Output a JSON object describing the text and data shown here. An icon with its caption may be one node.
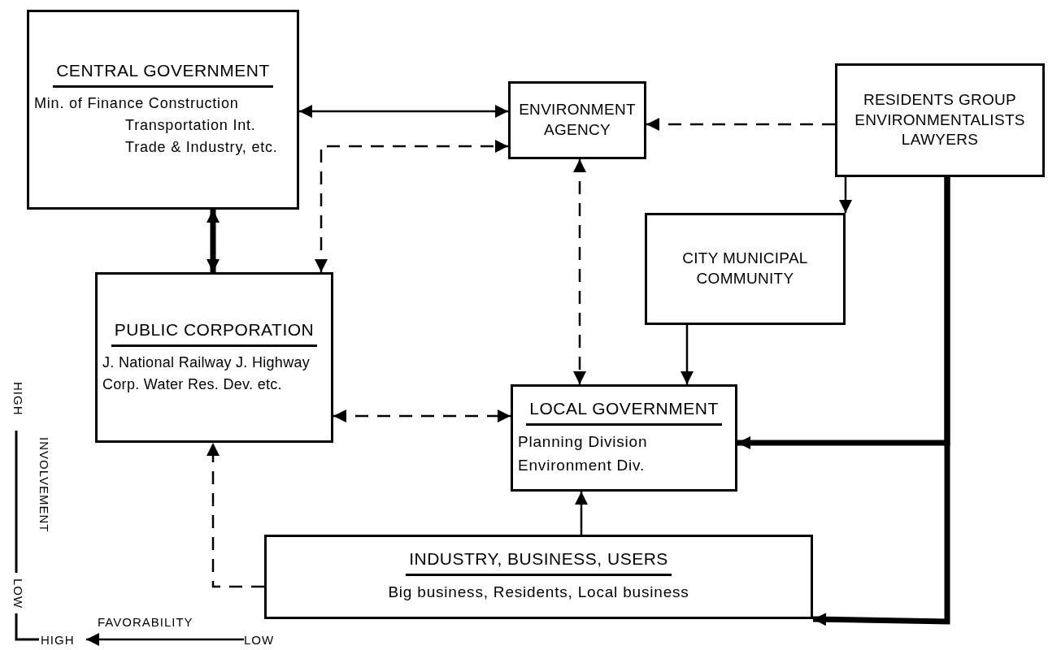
{
  "diagram": {
    "nodes": [
      {
        "text": [
          "CENTRAL GOVERNMENT",
          "Min. of Finance Construction Transportation Int. Trade & Industry, etc."
        ]
      },
      {
        "text": [
          "ENVIRONMENT AGENCY"
        ]
      },
      {
        "text": [
          "RESIDENTS GROUP ENVIRONMENTALISTS LAWYERS"
        ]
      },
      {
        "text": [
          "PUBLIC CORPORATION",
          "J. National Railway J. Highway Corp. Water Res. Dev. etc."
        ]
      },
      {
        "text": [
          "CITY MUNICIPAL COMMUNITY"
        ]
      },
      {
        "text": [
          "LOCAL GOVERNMENT",
          "Planning Division Environment Div."
        ]
      },
      {
        "text": [
          "INDUSTRY, BUSINESS, USERS",
          "Big business, Residents, Local business"
        ]
      }
    ],
    "edges": [
      {
        "from": 0,
        "to": 1,
        "arrow": "both"
      },
      {
        "from": 3,
        "to": 1,
        "arrow": "both",
        "style": "dashed"
      },
      {
        "from": 0,
        "to": 3,
        "arrow": "both",
        "style": "thick"
      },
      {
        "from": 2,
        "to": 1,
        "arrow": "to",
        "style": "dashed"
      },
      {
        "from": 1,
        "to": 5,
        "arrow": "both",
        "style": "dashed"
      },
      {
        "from": 2,
        "to": 4,
        "arrow": "to"
      },
      {
        "from": 4,
        "to": 5,
        "arrow": "to"
      },
      {
        "from": 3,
        "to": 5,
        "arrow": "both",
        "style": "dashed"
      },
      {
        "from": 6,
        "to": 3,
        "arrow": "to",
        "style": "dashed"
      },
      {
        "from": 6,
        "to": 5,
        "arrow": "to"
      },
      {
        "from": 2,
        "to": 5,
        "arrow": "to",
        "style": "thick"
      },
      {
        "from": 2,
        "to": 6,
        "arrow": "to",
        "style": "thick"
      }
    ],
    "labels": [
      "HIGH",
      "INVOLVEMENT",
      "LOW",
      "FAVORABILITY",
      "HIGH",
      "LOW"
    ]
  }
}
